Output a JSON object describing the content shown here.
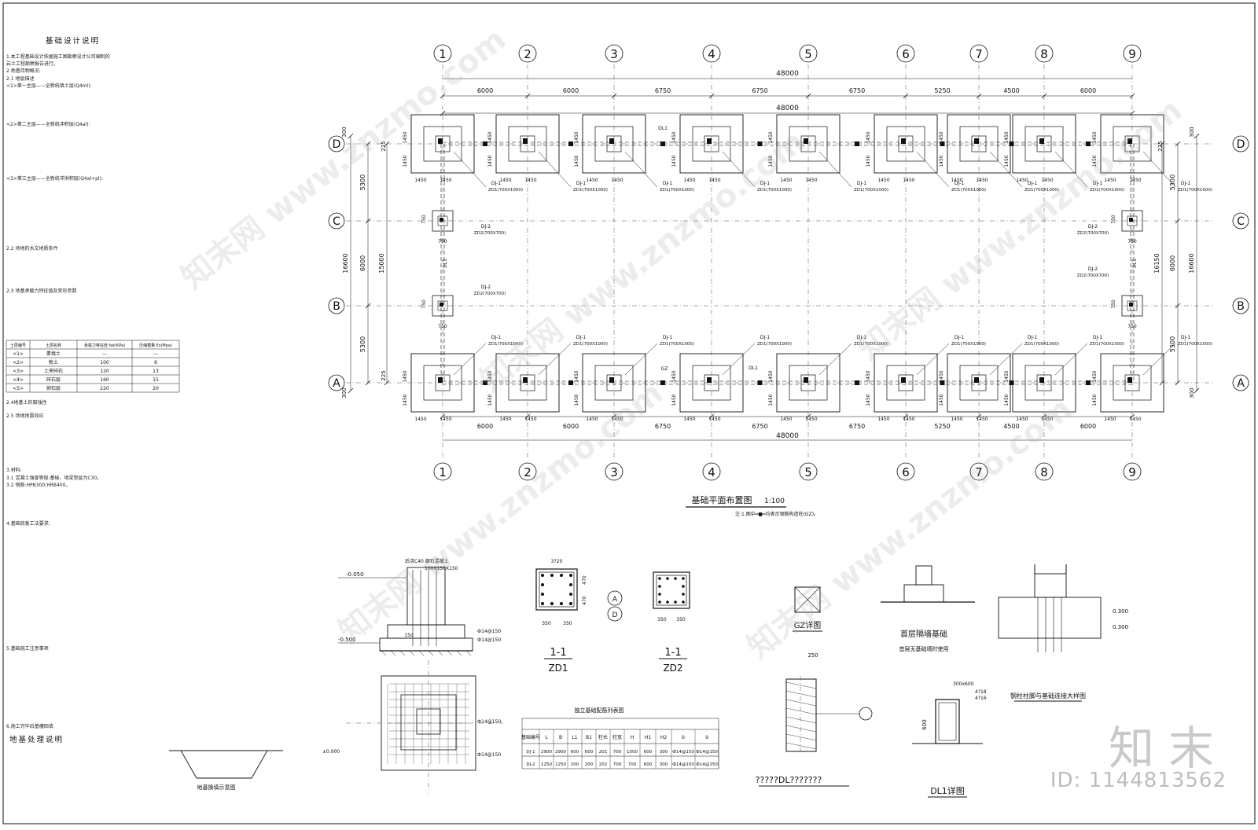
{
  "notes": {
    "title": "基础设计说明",
    "lines": [
      "1.本工程基础设计依据施工图勘察设计公司编制的",
      "岩土工程勘察报告进行。",
      "2.地基持物概况:",
      "2.1 地层描述",
      "<1>第一主层——全新统填土层(Q4ml):",
      "<2>第二主层——全新统冲积层(Q4al):",
      "<3>第三主层——全新统冲洪积层(Q4al+pl):",
      "2.2 场地的水文地质条件",
      "2.3 地基承载力特征值及变形参数"
    ],
    "table": {
      "headers": [
        "土层编号",
        "土层名称",
        "承载力特征值 fak(KPa)",
        "压缩模量 Es(Mpa)"
      ],
      "rows": [
        [
          "<1>",
          "素填土",
          "—",
          "—"
        ],
        [
          "<2>",
          "粉土",
          "100",
          "6"
        ],
        [
          "<3>",
          "土夹碎石",
          "120",
          "13"
        ],
        [
          "<4>",
          "碎石层",
          "160",
          "15"
        ],
        [
          "<5>",
          "卵石层",
          "220",
          "20"
        ]
      ]
    },
    "lines2": [
      "2.4地基土的腐蚀性",
      "2.5 场地地震效应",
      "3.材料:",
      "3.1 混凝土强度等级:基础、地梁垫层为C30。",
      "3.2 钢筋:HPB300;HRB400。",
      "4.基础底板工法要求:",
      "5.基础施工注意事项",
      "6.施工完毕后基槽回填"
    ],
    "subtitle2": "地基处理说明"
  },
  "plan": {
    "title": "基础平面布置图",
    "scale": "1:100",
    "note": "注:1.图中━■━均表示钢筋构造柱(GZ)。",
    "col_axes": [
      "1",
      "2",
      "3",
      "4",
      "5",
      "6",
      "7",
      "8",
      "9"
    ],
    "row_axes": [
      "D",
      "C",
      "B",
      "A"
    ],
    "bay_dims": [
      "6000",
      "6000",
      "6750",
      "6750",
      "6750",
      "5250",
      "4500",
      "6000"
    ],
    "total_x": "48000",
    "y_dims": [
      "5300",
      "6000",
      "5300"
    ],
    "y_total": "16600",
    "y_inner": "15000",
    "y_inner_right": "16150",
    "edge": [
      "300",
      "225"
    ],
    "pad_size": "1450",
    "small_pad": "750",
    "dj1_label": "DJ-1",
    "dj2_label": "DJ-2",
    "zd1_label": "ZD1(700X1000)",
    "zd2_label": "ZD2(700X700)",
    "dl1_label": "DL1",
    "gz_label": "GZ"
  },
  "details": {
    "zd1_title": "1-1",
    "zd1_name": "ZD1",
    "zd2_title": "1-1",
    "zd2_name": "ZD2",
    "zd1_bars": "3?20",
    "zd1_dims": [
      "350",
      "350",
      "470",
      "470"
    ],
    "zd2_dims": [
      "350",
      "350"
    ],
    "sec_title": "独立基础配筋列表图",
    "sec_headers": [
      "基础编号",
      "L",
      "B",
      "L1",
      "B1",
      "柱长",
      "柱宽",
      "H",
      "H1",
      "H2",
      "①",
      "②"
    ],
    "sec_rows": [
      [
        "DJ-1",
        "2900",
        "2900",
        "600",
        "600",
        "201",
        "700",
        "1000",
        "600",
        "300",
        "Ф14@150",
        "Ф14@150"
      ],
      [
        "DJ-2",
        "1250",
        "1250",
        "200",
        "200",
        "202",
        "700",
        "700",
        "600",
        "300",
        "Ф14@150",
        "Ф14@150"
      ]
    ],
    "gz_title": "GZ详图",
    "wall_title": "首层隔墙基础",
    "wall_sub": "首层无基础墙时使用",
    "dl_title": "?????DL???????",
    "dl1_title": "DL1详图",
    "steel_title": "钢柱柱脚与基础连接大样图",
    "footing_notes": [
      "-0.050",
      "-0.500",
      "后浇C40 细石混凝土",
      "100X150X150",
      "Ф14@150",
      "Ф14@150",
      "15d"
    ],
    "process_title": "地基换填示意图",
    "elev": [
      "±0.000",
      "0.300",
      "0.300"
    ],
    "dl1_dims": [
      "300x600",
      "600",
      "4?18",
      "4?16"
    ],
    "dim_250": "250"
  },
  "watermark": {
    "brand": "知末",
    "id": "ID: 1144813562",
    "text": "知末网 www.znzmo.com"
  }
}
